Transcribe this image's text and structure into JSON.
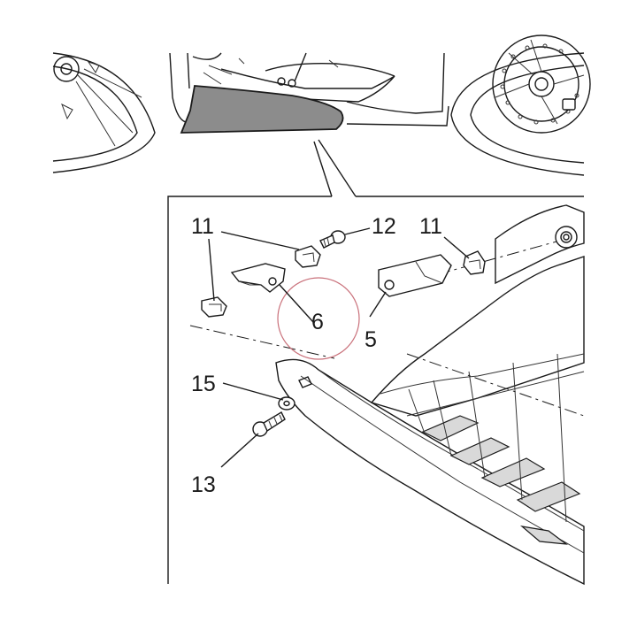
{
  "callouts": {
    "c11a": "11",
    "c12": "12",
    "c11b": "11",
    "c6": "6",
    "c5": "5",
    "c15": "15",
    "c13": "13"
  },
  "colors": {
    "highlight_panel": "#8c8c8c",
    "marker_circle": "#c9707a",
    "line": "#1a1a1a"
  }
}
